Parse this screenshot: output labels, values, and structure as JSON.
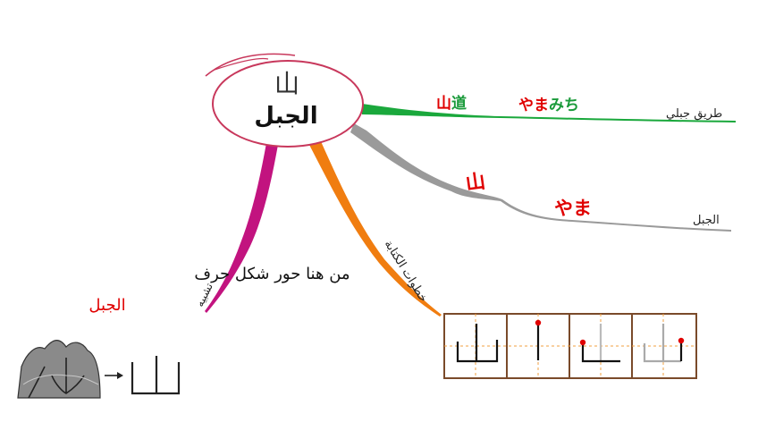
{
  "center": {
    "kanji": "山",
    "label": "الجبل"
  },
  "branches": {
    "road": {
      "word_kanji_red": "山",
      "word_kanji_green": "道",
      "reading_red": "やま",
      "reading_green": "みち",
      "meaning": "طريق جبلي"
    },
    "mountain": {
      "kanji": "山",
      "reading": "やま",
      "meaning": "الجبل"
    },
    "writing": {
      "label": "خطوات الكتابة"
    },
    "resemblance": {
      "label": "تشبيه",
      "text": "من هنا حور شكل حرف",
      "highlight": "الجبل"
    }
  },
  "colors": {
    "road_branch": "#1aa83c",
    "mountain_branch": "#9a9a9a",
    "writing_branch": "#f07d10",
    "resemblance_branch": "#c2137f",
    "center_outline": "#c8385c",
    "grid_frame": "#7a4a2a",
    "stroke_dot": "#e00000"
  },
  "icons": [
    "mountain-photo-icon",
    "arrow-right-icon"
  ]
}
